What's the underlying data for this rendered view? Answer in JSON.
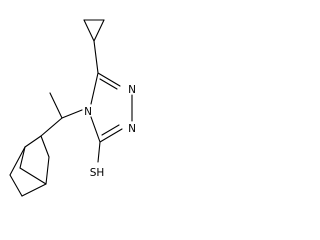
{
  "molecule": {
    "atoms": {
      "n1": "N",
      "n2": "N",
      "n4": "N",
      "sh": "SH"
    },
    "colors": {
      "bond": "#000000",
      "label": "#000000",
      "background": "#ffffff"
    }
  }
}
